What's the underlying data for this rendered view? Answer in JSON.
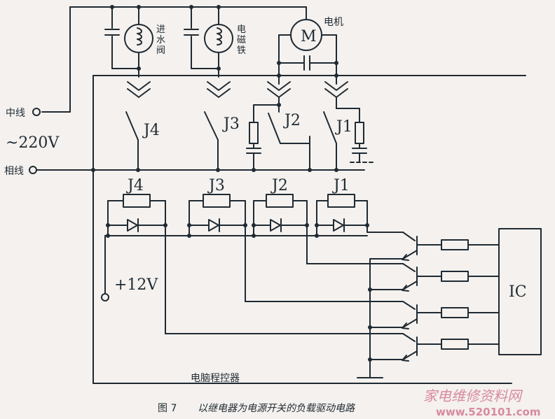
{
  "labels": {
    "neutral": "中线",
    "live": "相线",
    "ac_voltage": "~220V",
    "dc_voltage": "+12V",
    "ic": "IC",
    "controller": "电脑程控器",
    "motor_symbol": "M",
    "motor": "电机",
    "water_valve": [
      "进",
      "水",
      "阀"
    ],
    "electromagnet": [
      "电",
      "磁",
      "铁"
    ],
    "relays": [
      "J4",
      "J3",
      "J2",
      "J1"
    ]
  },
  "caption": {
    "figure": "图 7",
    "text": "以继电器为电源开关的负载驱动电路"
  },
  "watermark": {
    "title": "家电维修资料网",
    "url": "www.520101.com"
  },
  "colors": {
    "ink": "#1f2a33",
    "paper": "#f4f1ee",
    "watermark": "#d78aa0"
  }
}
